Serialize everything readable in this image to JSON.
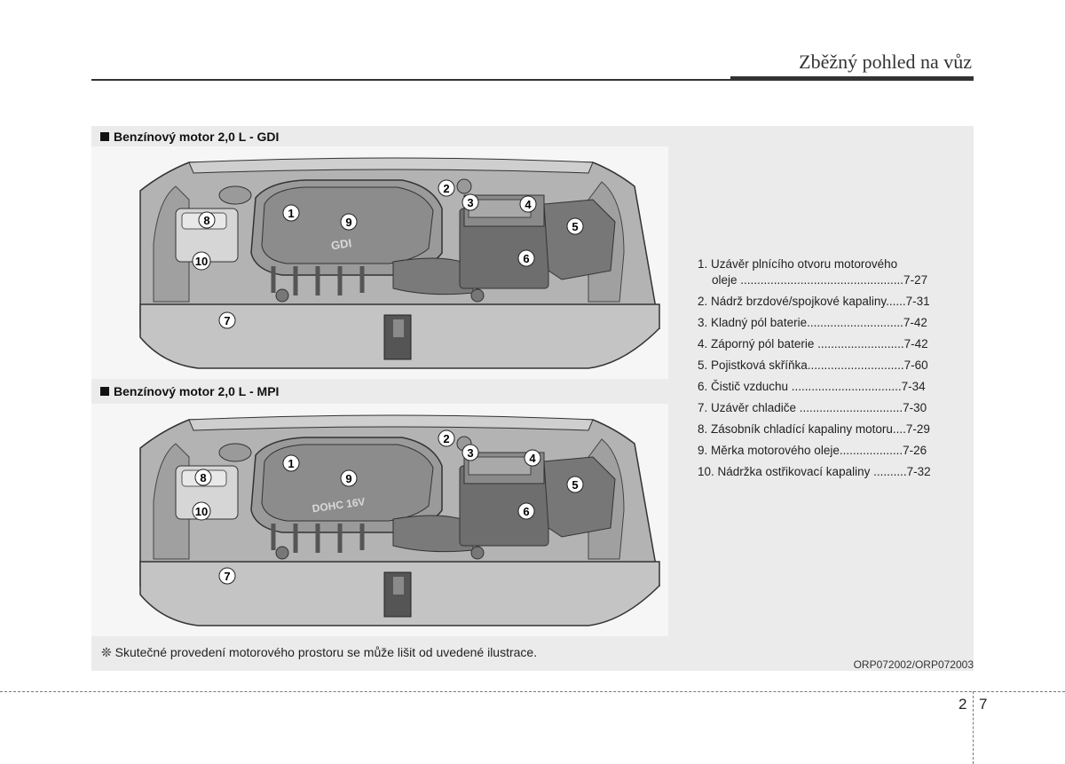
{
  "header": {
    "title": "Zběžný pohled na vůz"
  },
  "sections": [
    {
      "title": "Benzínový motor 2,0 L - GDI",
      "badge": "GDI"
    },
    {
      "title": "Benzínový motor 2,0 L - MPI",
      "badge": "DOHC 16V"
    }
  ],
  "callouts": [
    "1",
    "2",
    "3",
    "4",
    "5",
    "6",
    "7",
    "8",
    "9",
    "10"
  ],
  "items": [
    {
      "text": "1. Uzávěr plnícího otvoru motorového",
      "text2": "oleje .................................................7-27"
    },
    {
      "text": "2. Nádrž brzdové/spojkové kapaliny......7-31"
    },
    {
      "text": "3. Kladný pól baterie.............................7-42"
    },
    {
      "text": "4. Záporný pól baterie ..........................7-42"
    },
    {
      "text": "5. Pojistková skříňka.............................7-60"
    },
    {
      "text": "6. Čistič vzduchu .................................7-34"
    },
    {
      "text": "7. Uzávěr chladiče ...............................7-30"
    },
    {
      "text": "8. Zásobník chladící kapaliny motoru....7-29"
    },
    {
      "text": "9. Měrka motorového oleje...................7-26"
    },
    {
      "text": "10. Nádržka ostřikovací kapaliny ..........7-32"
    }
  ],
  "footer": {
    "note": "❊ Skutečné provedení motorového prostoru se může lišit od uvedené ilustrace.",
    "code": "ORP072002/ORP072003"
  },
  "page": {
    "chapter": "2",
    "number": "7"
  }
}
